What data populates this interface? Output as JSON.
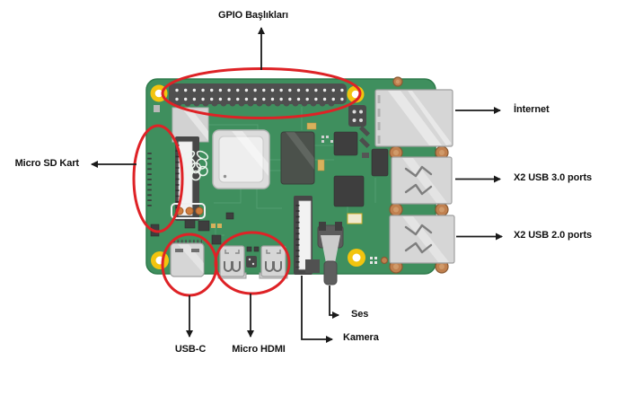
{
  "labels": {
    "gpio": "GPIO Başlıkları",
    "micro_sd": "Micro SD Kart",
    "internet": "İnternet",
    "usb3": "X2 USB 3.0 ports",
    "usb2": "X2 USB 2.0 ports",
    "usb_c": "USB-C",
    "micro_hdmi": "Micro HDMI",
    "kamera": "Kamera",
    "ses": "Ses"
  },
  "icons": {
    "board": "raspberry-pi-board",
    "logo": "raspberry-logo",
    "highlight_shape": "red-ellipse",
    "pointer_shape": "black-arrow"
  },
  "colors": {
    "board-green": "#3f8f5e",
    "highlight-red": "#de2226",
    "arrow-black": "#1a1a1a",
    "hole-yellow": "#f2c40f",
    "copper": "#c0804f",
    "port-silver": "#d6d6d6",
    "label-text": "#111111"
  }
}
